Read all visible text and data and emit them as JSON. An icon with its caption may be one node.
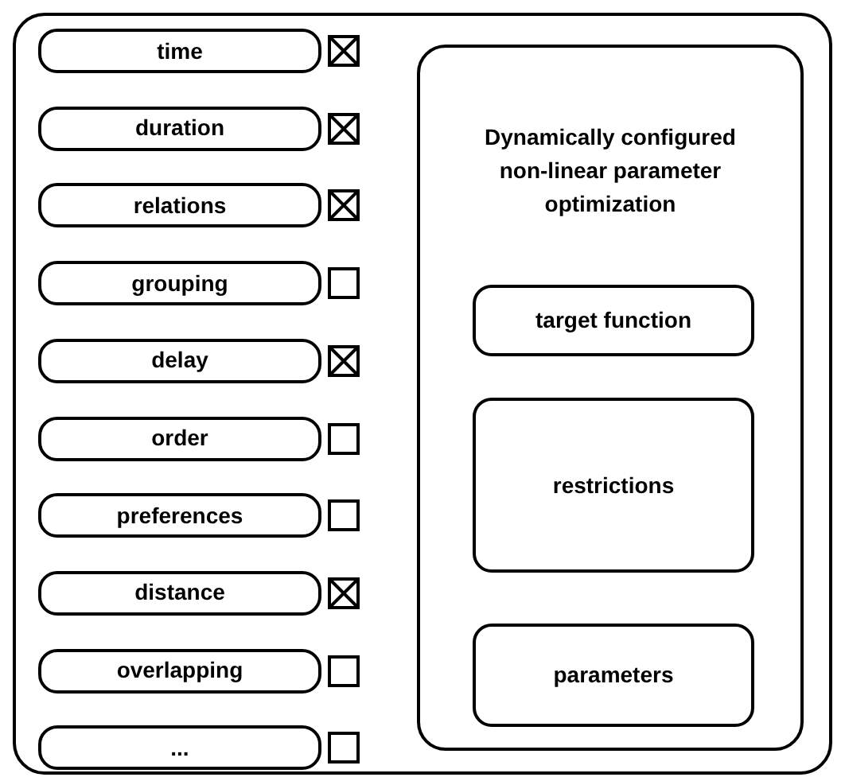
{
  "diagram": {
    "nodes": [
      {
        "text": [],
        "shape": "box"
      },
      {
        "text": [
          "time"
        ],
        "in": 0
      },
      {
        "text": [],
        "shape": "checkbox",
        "in": 0
      },
      {
        "text": [
          "duration"
        ],
        "in": 0
      },
      {
        "text": [],
        "shape": "checkbox",
        "in": 0
      },
      {
        "text": [
          "relations"
        ],
        "in": 0
      },
      {
        "text": [],
        "shape": "checkbox",
        "in": 0
      },
      {
        "text": [
          "grouping"
        ],
        "in": 0
      },
      {
        "text": [],
        "shape": "box",
        "in": 0
      },
      {
        "text": [
          "delay"
        ],
        "in": 0
      },
      {
        "text": [],
        "shape": "checkbox",
        "in": 0
      },
      {
        "text": [
          "order"
        ],
        "in": 0
      },
      {
        "text": [],
        "shape": "box",
        "in": 0
      },
      {
        "text": [
          "preferences"
        ],
        "in": 0
      },
      {
        "text": [],
        "shape": "box",
        "in": 0
      },
      {
        "text": [
          "distance"
        ],
        "in": 0
      },
      {
        "text": [],
        "shape": "checkbox",
        "in": 0
      },
      {
        "text": [
          "overlapping"
        ],
        "in": 0
      },
      {
        "text": [],
        "shape": "box",
        "in": 0
      },
      {
        "text": [
          "..."
        ],
        "in": 0
      },
      {
        "text": [],
        "shape": "box",
        "in": 0
      },
      {
        "text": [
          "Dynamically configured non-linear parameter optimization"
        ],
        "in": 0
      },
      {
        "text": [
          "target function"
        ],
        "in": 21
      },
      {
        "text": [
          "restrictions"
        ],
        "in": 21
      },
      {
        "text": [
          "parameters"
        ],
        "in": 21
      }
    ]
  }
}
